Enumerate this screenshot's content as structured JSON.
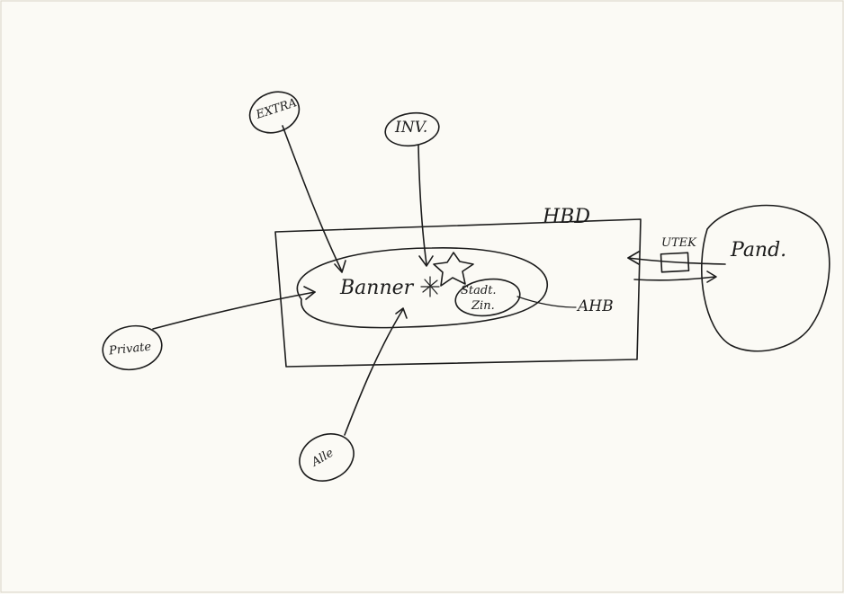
{
  "labels": {
    "extra_top_left": "EXTRA",
    "inv": "INV.",
    "hbd": "HBD",
    "utek": "UTEK",
    "pand": "Pand.",
    "banner": "Banner",
    "stadt_line1": "Stadt.",
    "stadt_line2": "Zin.",
    "ahb": "AHB",
    "private": "Private",
    "alle": "Alle"
  },
  "colors": {
    "paper": "#fbfaf5",
    "ink": "#1c1c1c"
  }
}
